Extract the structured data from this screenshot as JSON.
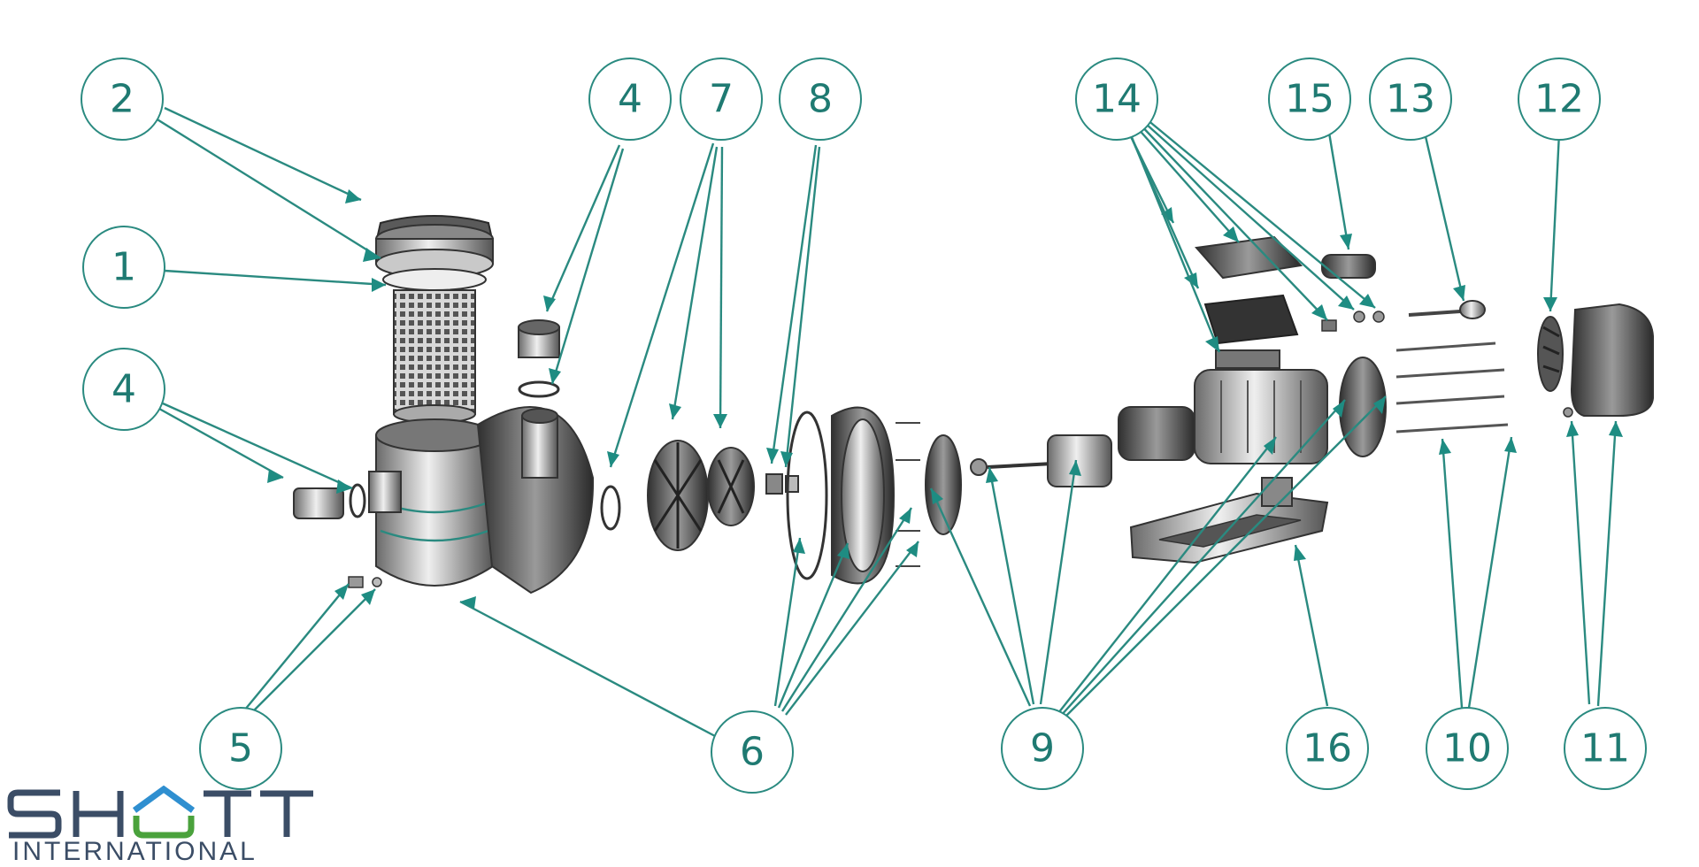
{
  "callouts": [
    "2",
    "1",
    "4",
    "4",
    "7",
    "8",
    "5",
    "6",
    "9",
    "14",
    "15",
    "13",
    "12",
    "16",
    "10",
    "11"
  ],
  "brand": {
    "logo_text": "SHOTT",
    "logo_sub": "INTERNATIONAL",
    "text_color": "#3b4d66",
    "green": "#4aa23c",
    "blue": "#2f8fd0"
  },
  "colors": {
    "callout_stroke": "#2a8a80",
    "callout_text": "#1f7a72",
    "arrow": "#1e8c82"
  }
}
